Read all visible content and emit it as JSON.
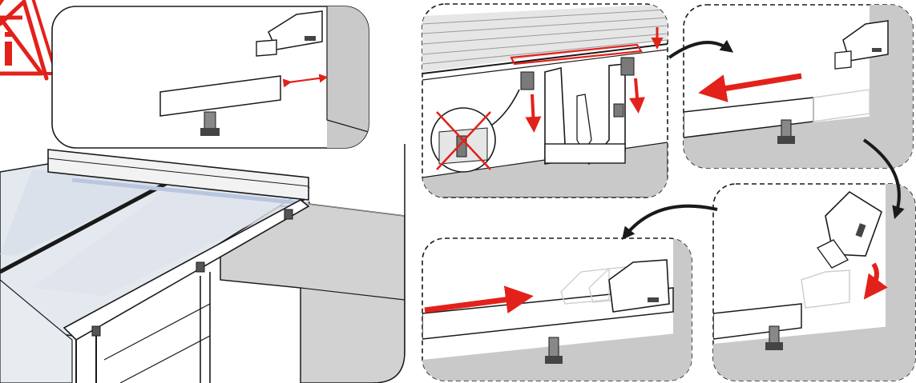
{
  "figure": {
    "kind": "installation-instruction-illustration",
    "text_labels": []
  },
  "colors": {
    "arrow_red": "#e3211b",
    "warning_red": "#e3211b",
    "outline": "#1a1a1a",
    "wall_gray": "#c9c9c9",
    "glass_blue": "#b8c6e0",
    "ghost_gray": "#cfcfcf",
    "paper": "#ffffff"
  },
  "icons": {
    "warning": "warning-triangle-info-icon",
    "removed_part": "crossed-out-circle-icon"
  },
  "panels": [
    {
      "id": "overview",
      "border": "solid"
    },
    {
      "id": "detail-gap",
      "border": "solid"
    },
    {
      "id": "step-1-loosen",
      "border": "dashed"
    },
    {
      "id": "step-2-slide-out",
      "border": "dashed"
    },
    {
      "id": "step-3-rotate",
      "border": "dashed"
    },
    {
      "id": "step-4-slide-in",
      "border": "dashed"
    }
  ]
}
